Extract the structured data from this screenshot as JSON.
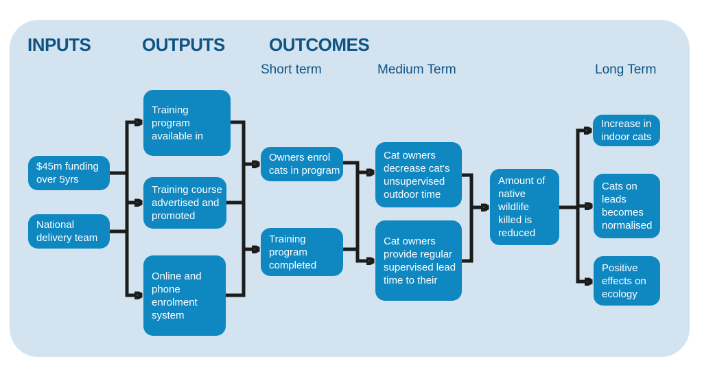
{
  "headers": {
    "inputs": "INPUTS",
    "outputs": "OUTPUTS",
    "outcomes": "OUTCOMES"
  },
  "subheaders": {
    "short_term": "Short term",
    "medium_term": "Medium Term",
    "long_term": "Long Term"
  },
  "nodes": {
    "funding": "$45m funding\nover 5yrs",
    "delivery_team": "National\ndelivery team",
    "program_available": "Training\nprogram\navailable in",
    "course_advertised": "Training course\nadvertised and\npromoted",
    "enrolment_system": "Online and\nphone\nenrolment\nsystem",
    "owners_enrol": "Owners enrol\ncats in program",
    "program_completed": "Training\nprogram\ncompleted",
    "decrease_outdoor_time": "Cat owners\ndecrease cat’s\nunsupervised\noutdoor time",
    "supervised_lead_time": "Cat owners\nprovide regular\nsupervised lead\ntime to their",
    "wildlife_killed_reduced": "Amount of\nnative\nwildlife\nkilled is\nreduced",
    "increase_indoor_cats": "Increase in\nindoor cats",
    "leads_normalised": "Cats on\nleads\nbecomes\nnormalised",
    "positive_ecology": "Positive\neffects on\necology"
  },
  "colors": {
    "page_bg": "#ffffff",
    "panel_bg": "#d3e3ef",
    "box_fill": "#0f87c1",
    "box_text": "#ffffff",
    "heading_text": "#0d5384",
    "arrow": "#1c1c1a"
  }
}
